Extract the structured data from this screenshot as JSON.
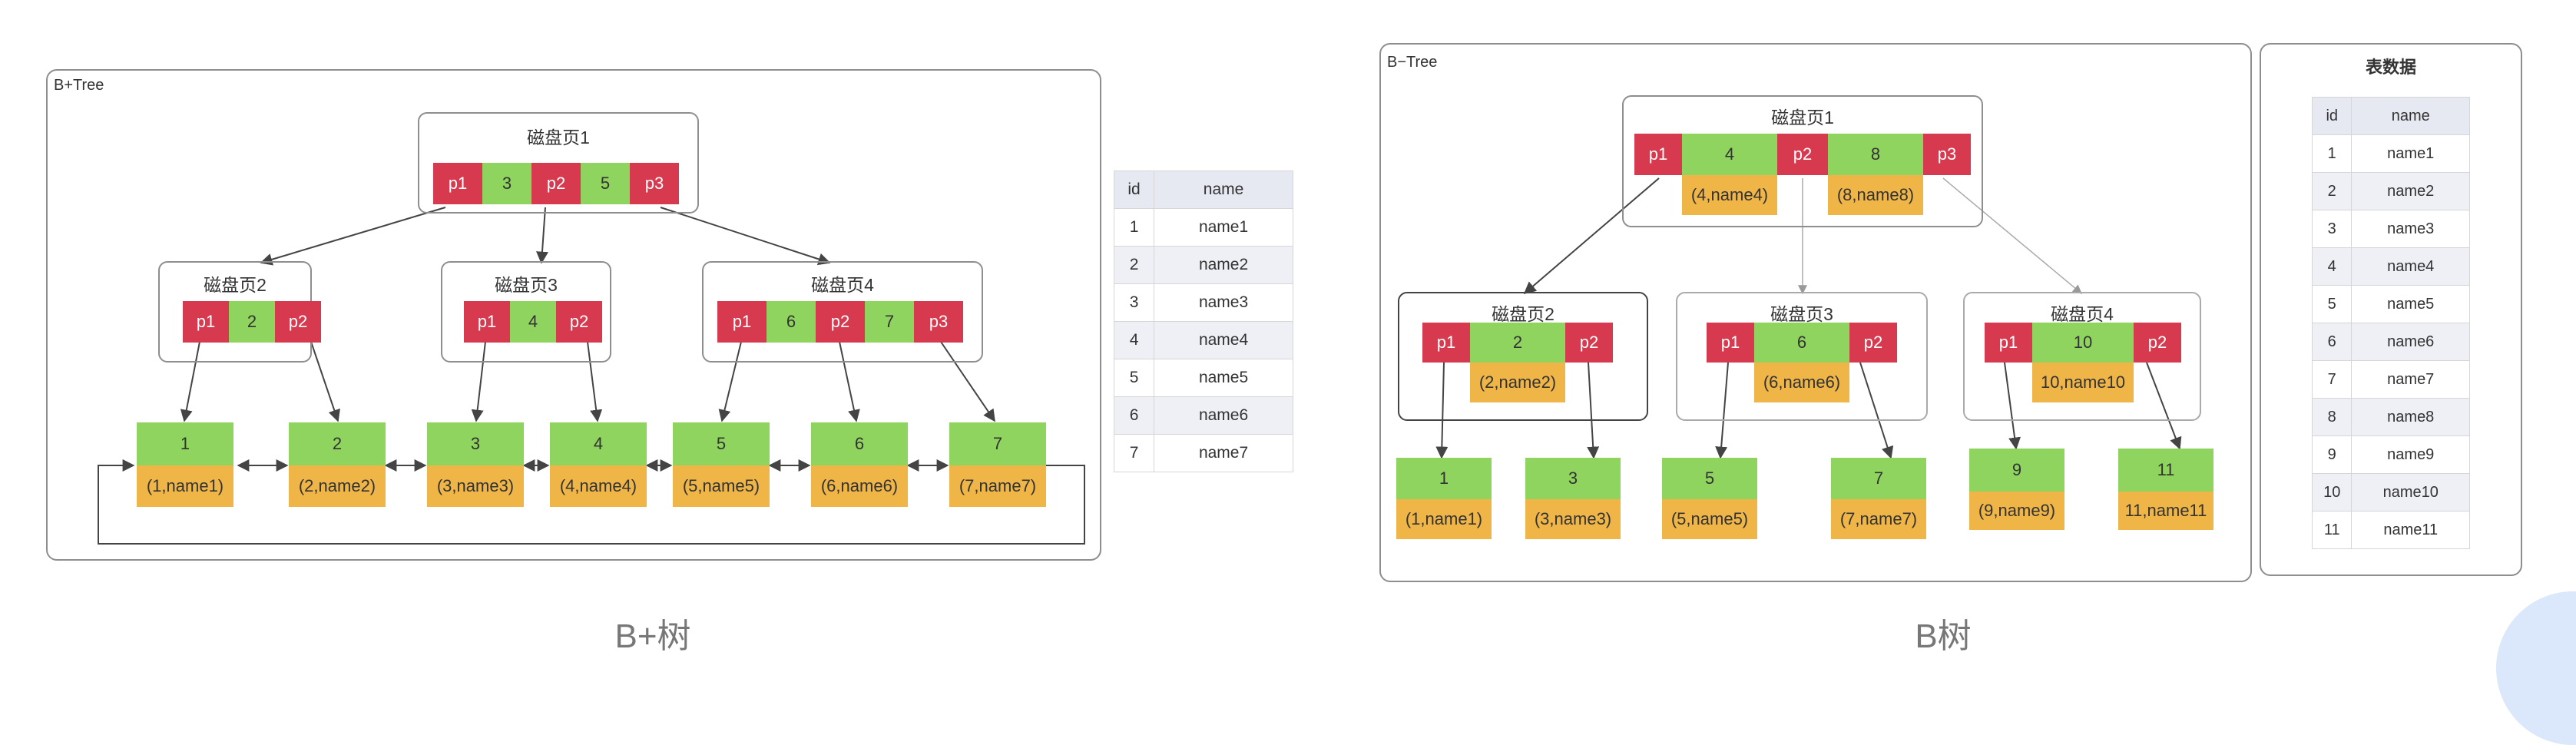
{
  "bplus": {
    "frame_label": "B+Tree",
    "caption": "B+树",
    "root": {
      "title": "磁盘页1",
      "cells": [
        "p1",
        "3",
        "p2",
        "5",
        "p3"
      ]
    },
    "mid": [
      {
        "title": "磁盘页2",
        "cells": [
          "p1",
          "2",
          "p2"
        ]
      },
      {
        "title": "磁盘页3",
        "cells": [
          "p1",
          "4",
          "p2"
        ]
      },
      {
        "title": "磁盘页4",
        "cells": [
          "p1",
          "6",
          "p2",
          "7",
          "p3"
        ]
      }
    ],
    "leaves": [
      {
        "key": "1",
        "val": "(1,name1)"
      },
      {
        "key": "2",
        "val": "(2,name2)"
      },
      {
        "key": "3",
        "val": "(3,name3)"
      },
      {
        "key": "4",
        "val": "(4,name4)"
      },
      {
        "key": "5",
        "val": "(5,name5)"
      },
      {
        "key": "6",
        "val": "(6,name6)"
      },
      {
        "key": "7",
        "val": "(7,name7)"
      }
    ],
    "table": {
      "headers": [
        "id",
        "name"
      ],
      "rows": [
        [
          "1",
          "name1"
        ],
        [
          "2",
          "name2"
        ],
        [
          "3",
          "name3"
        ],
        [
          "4",
          "name4"
        ],
        [
          "5",
          "name5"
        ],
        [
          "6",
          "name6"
        ],
        [
          "7",
          "name7"
        ]
      ]
    }
  },
  "btree": {
    "frame_label": "B−Tree",
    "caption": "B树",
    "table_title": "表数据",
    "root": {
      "title": "磁盘页1",
      "cells": [
        "p1",
        "4",
        "p2",
        "8",
        "p3"
      ],
      "vals": [
        "(4,name4)",
        "(8,name8)"
      ]
    },
    "mid": [
      {
        "title": "磁盘页2",
        "cells": [
          "p1",
          "2",
          "p2"
        ],
        "val": "(2,name2)"
      },
      {
        "title": "磁盘页3",
        "cells": [
          "p1",
          "6",
          "p2"
        ],
        "val": "(6,name6)"
      },
      {
        "title": "磁盘页4",
        "cells": [
          "p1",
          "10",
          "p2"
        ],
        "val": "10,name10"
      }
    ],
    "leaves": [
      {
        "key": "1",
        "val": "(1,name1)"
      },
      {
        "key": "3",
        "val": "(3,name3)"
      },
      {
        "key": "5",
        "val": "(5,name5)"
      },
      {
        "key": "7",
        "val": "(7,name7)"
      },
      {
        "key": "9",
        "val": "(9,name9)"
      },
      {
        "key": "11",
        "val": "11,name11"
      }
    ],
    "table": {
      "headers": [
        "id",
        "name"
      ],
      "rows": [
        [
          "1",
          "name1"
        ],
        [
          "2",
          "name2"
        ],
        [
          "3",
          "name3"
        ],
        [
          "4",
          "name4"
        ],
        [
          "5",
          "name5"
        ],
        [
          "6",
          "name6"
        ],
        [
          "7",
          "name7"
        ],
        [
          "8",
          "name8"
        ],
        [
          "9",
          "name9"
        ],
        [
          "10",
          "name10"
        ],
        [
          "11",
          "name11"
        ]
      ]
    }
  }
}
